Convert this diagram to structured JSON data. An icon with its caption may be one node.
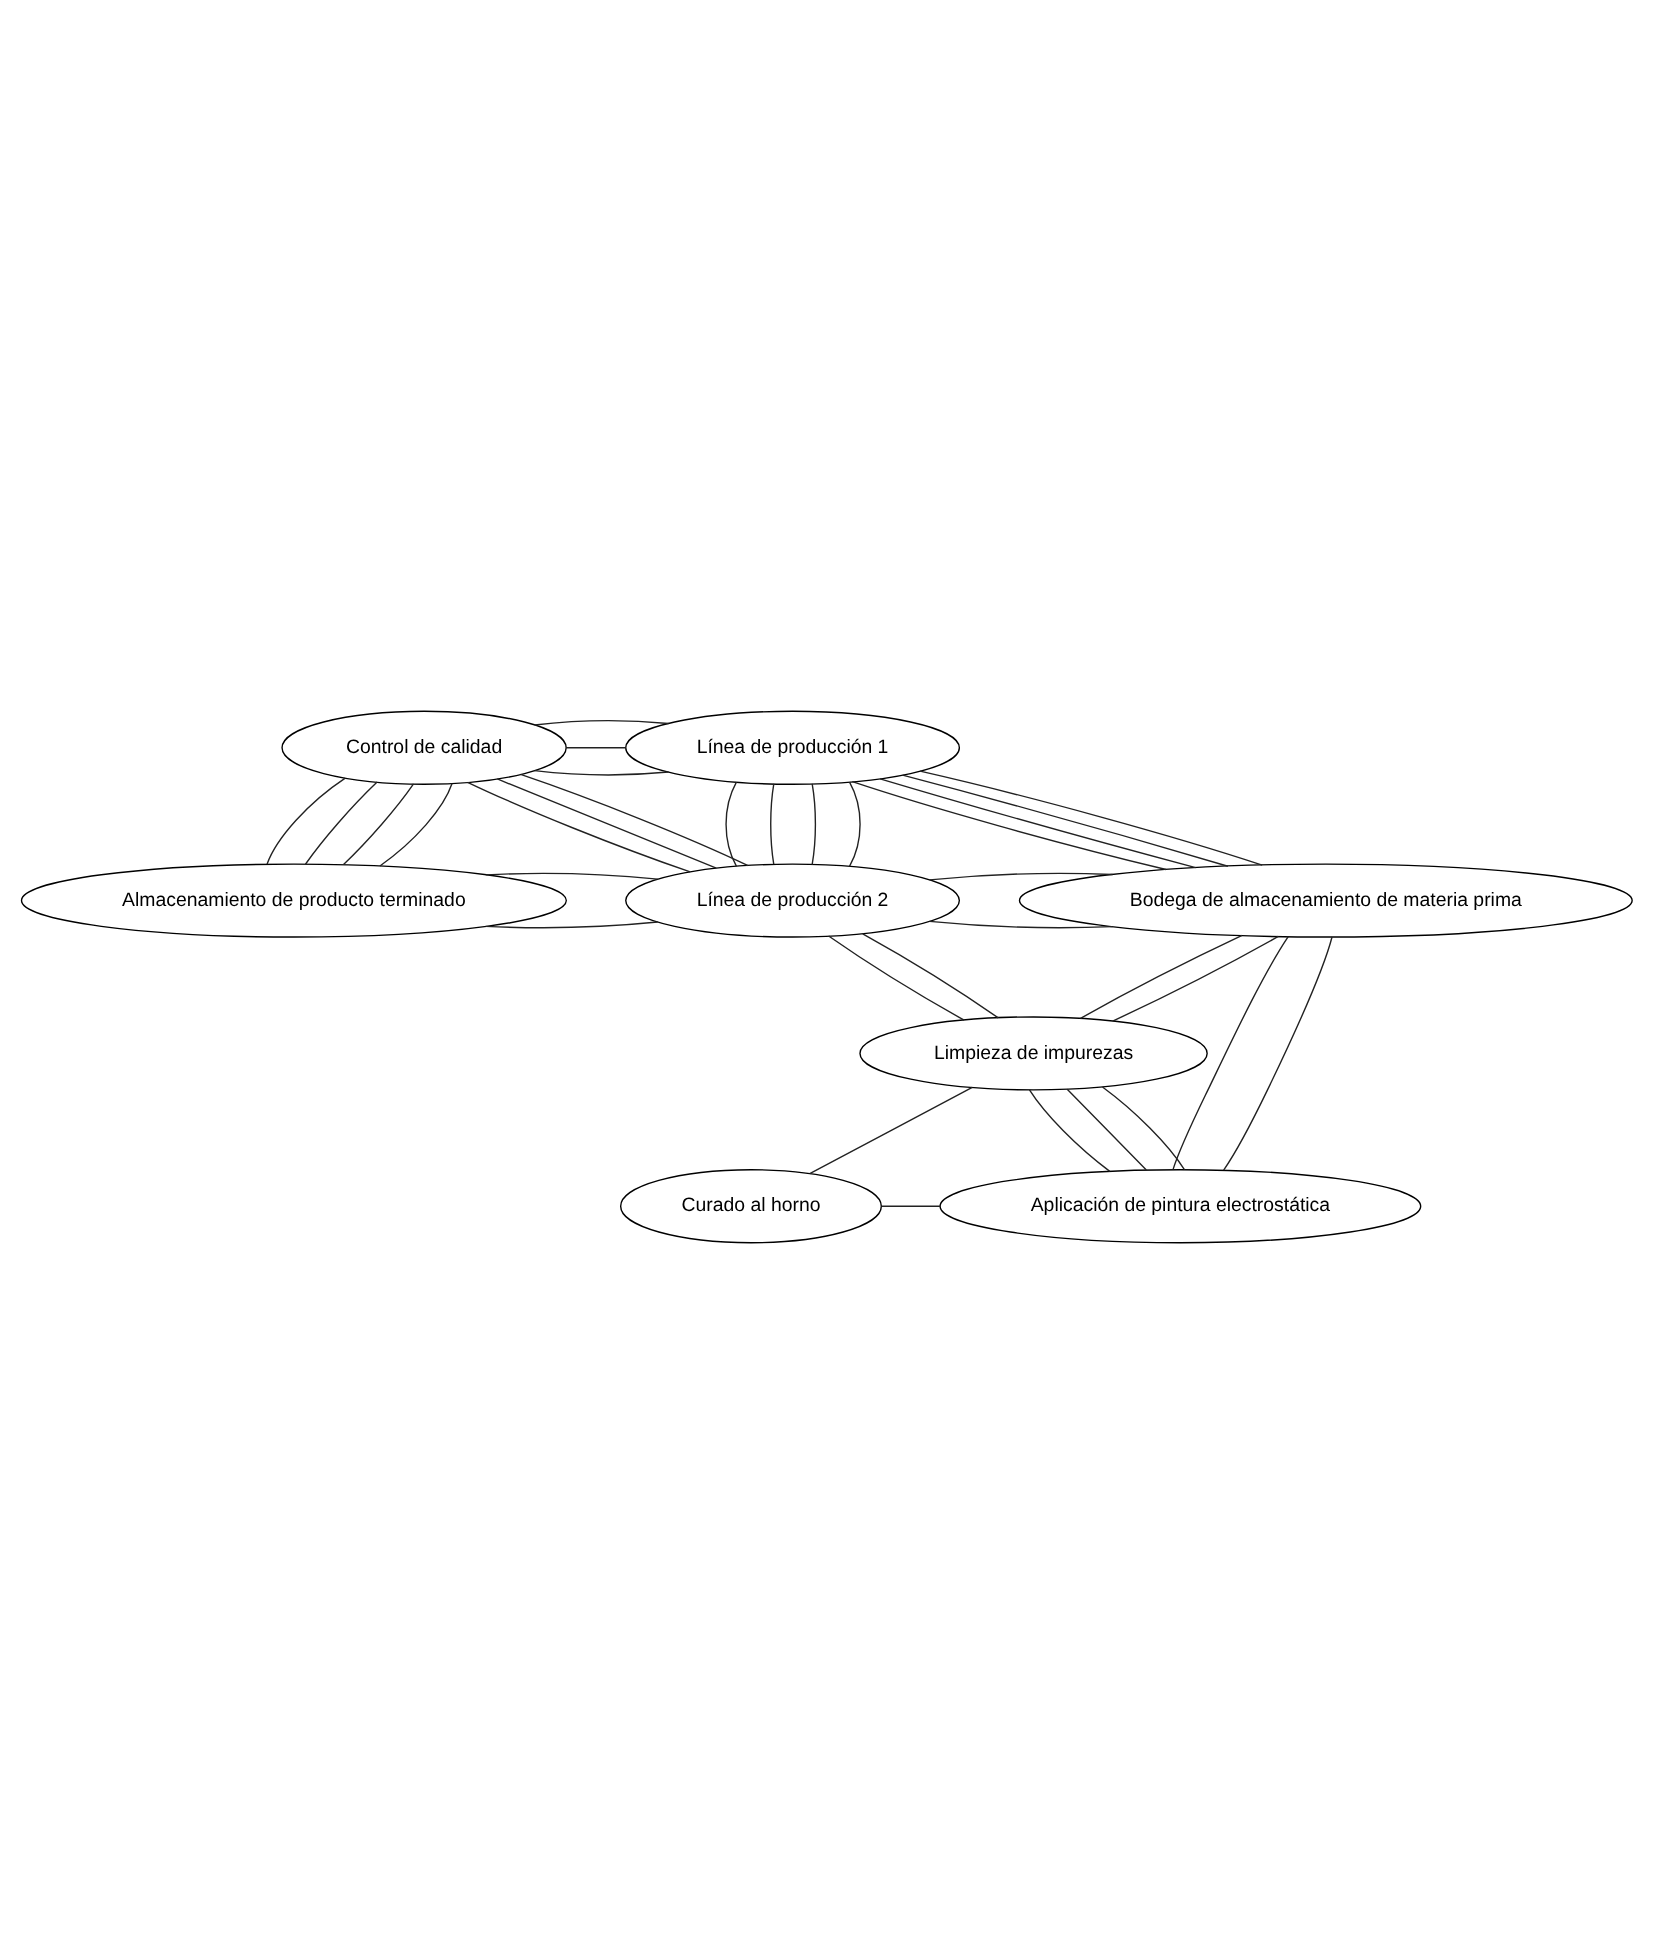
{
  "diagram": {
    "nodes": [
      {
        "text": [
          "Línea de producción 1"
        ]
      },
      {
        "text": [
          "Control de calidad"
        ]
      },
      {
        "text": [
          "Almacenamiento de producto terminado"
        ]
      },
      {
        "text": [
          "Línea de producción 2"
        ]
      },
      {
        "text": [
          "Bodega de almacenamiento de materia prima"
        ]
      },
      {
        "text": [
          "Limpieza de impurezas"
        ]
      },
      {
        "text": [
          "Curado al horno"
        ]
      },
      {
        "text": [
          "Aplicación de pintura electrostática"
        ]
      }
    ],
    "edges": [
      {
        "from": 1,
        "to": 0,
        "arrow": "none"
      },
      {
        "from": 1,
        "to": 0,
        "arrow": "none"
      },
      {
        "from": 1,
        "to": 0,
        "arrow": "none"
      },
      {
        "from": 1,
        "to": 2,
        "arrow": "none"
      },
      {
        "from": 1,
        "to": 2,
        "arrow": "none"
      },
      {
        "from": 1,
        "to": 2,
        "arrow": "none"
      },
      {
        "from": 1,
        "to": 2,
        "arrow": "none"
      },
      {
        "from": 1,
        "to": 3,
        "arrow": "none"
      },
      {
        "from": 1,
        "to": 3,
        "arrow": "none"
      },
      {
        "from": 1,
        "to": 3,
        "arrow": "none"
      },
      {
        "from": 0,
        "to": 3,
        "arrow": "none"
      },
      {
        "from": 0,
        "to": 3,
        "arrow": "none"
      },
      {
        "from": 0,
        "to": 3,
        "arrow": "none"
      },
      {
        "from": 0,
        "to": 3,
        "arrow": "none"
      },
      {
        "from": 0,
        "to": 4,
        "arrow": "none"
      },
      {
        "from": 0,
        "to": 4,
        "arrow": "none"
      },
      {
        "from": 0,
        "to": 4,
        "arrow": "none"
      },
      {
        "from": 0,
        "to": 4,
        "arrow": "none"
      },
      {
        "from": 2,
        "to": 3,
        "arrow": "none"
      },
      {
        "from": 2,
        "to": 3,
        "arrow": "none"
      },
      {
        "from": 3,
        "to": 5,
        "arrow": "none"
      },
      {
        "from": 3,
        "to": 5,
        "arrow": "none"
      },
      {
        "from": 3,
        "to": 4,
        "arrow": "none"
      },
      {
        "from": 3,
        "to": 4,
        "arrow": "none"
      },
      {
        "from": 5,
        "to": 4,
        "arrow": "none"
      },
      {
        "from": 5,
        "to": 4,
        "arrow": "none"
      },
      {
        "from": 5,
        "to": 7,
        "arrow": "none"
      },
      {
        "from": 5,
        "to": 7,
        "arrow": "none"
      },
      {
        "from": 5,
        "to": 7,
        "arrow": "none"
      },
      {
        "from": 4,
        "to": 7,
        "arrow": "none"
      },
      {
        "from": 4,
        "to": 7,
        "arrow": "none"
      },
      {
        "from": 5,
        "to": 6,
        "arrow": "none"
      },
      {
        "from": 6,
        "to": 7,
        "arrow": "none"
      }
    ]
  }
}
